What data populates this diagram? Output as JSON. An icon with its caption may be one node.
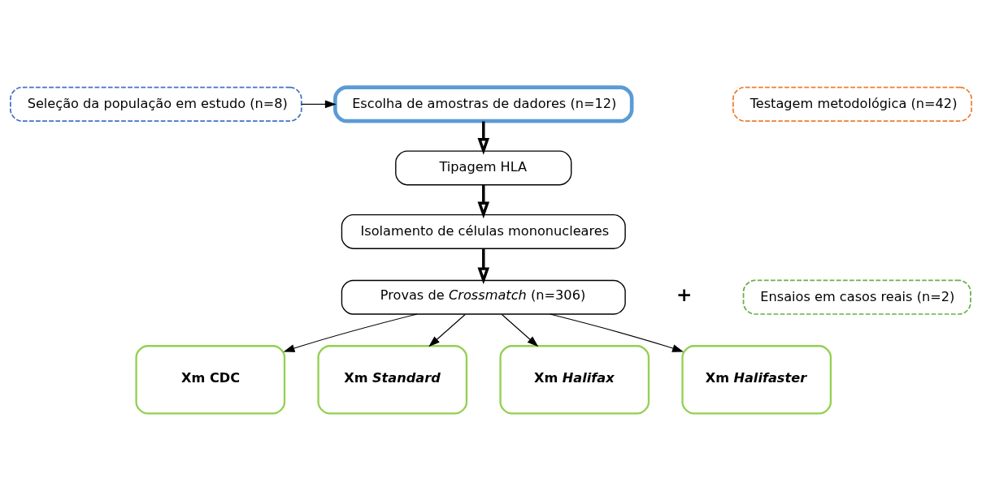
{
  "diagram": {
    "nodes": [
      {
        "text": [
          "Seleção da população em estudo (n=8)"
        ]
      },
      {
        "text": [
          "Escolha de amostras de dadores (n=12)"
        ]
      },
      {
        "text": [
          "Testagem metodológica (n=42)"
        ]
      },
      {
        "text": [
          "Tipagem HLA"
        ]
      },
      {
        "text": [
          "Isolamento de células mononucleares"
        ]
      },
      {
        "text": [
          "Provas de *Crossmatch* (n=306)"
        ]
      },
      {
        "text": [
          "Ensaios em casos reais (n=2)"
        ]
      },
      {
        "text": [
          "Xm CDC"
        ]
      },
      {
        "text": [
          "Xm *Standard*"
        ]
      },
      {
        "text": [
          "Xm *Halifax*"
        ]
      },
      {
        "text": [
          "Xm *Halifaster*"
        ]
      }
    ],
    "edges": [
      {
        "from": 0,
        "to": 1,
        "arrow": "to"
      },
      {
        "from": 1,
        "to": 3,
        "arrow": "to",
        "style": "thick"
      },
      {
        "from": 3,
        "to": 4,
        "arrow": "to",
        "style": "thick"
      },
      {
        "from": 4,
        "to": 5,
        "arrow": "to",
        "style": "thick"
      },
      {
        "from": 5,
        "to": 7,
        "arrow": "to"
      },
      {
        "from": 5,
        "to": 8,
        "arrow": "to"
      },
      {
        "from": 5,
        "to": 9,
        "arrow": "to"
      },
      {
        "from": 5,
        "to": 10,
        "arrow": "to"
      }
    ],
    "labels": [
      "+"
    ]
  }
}
